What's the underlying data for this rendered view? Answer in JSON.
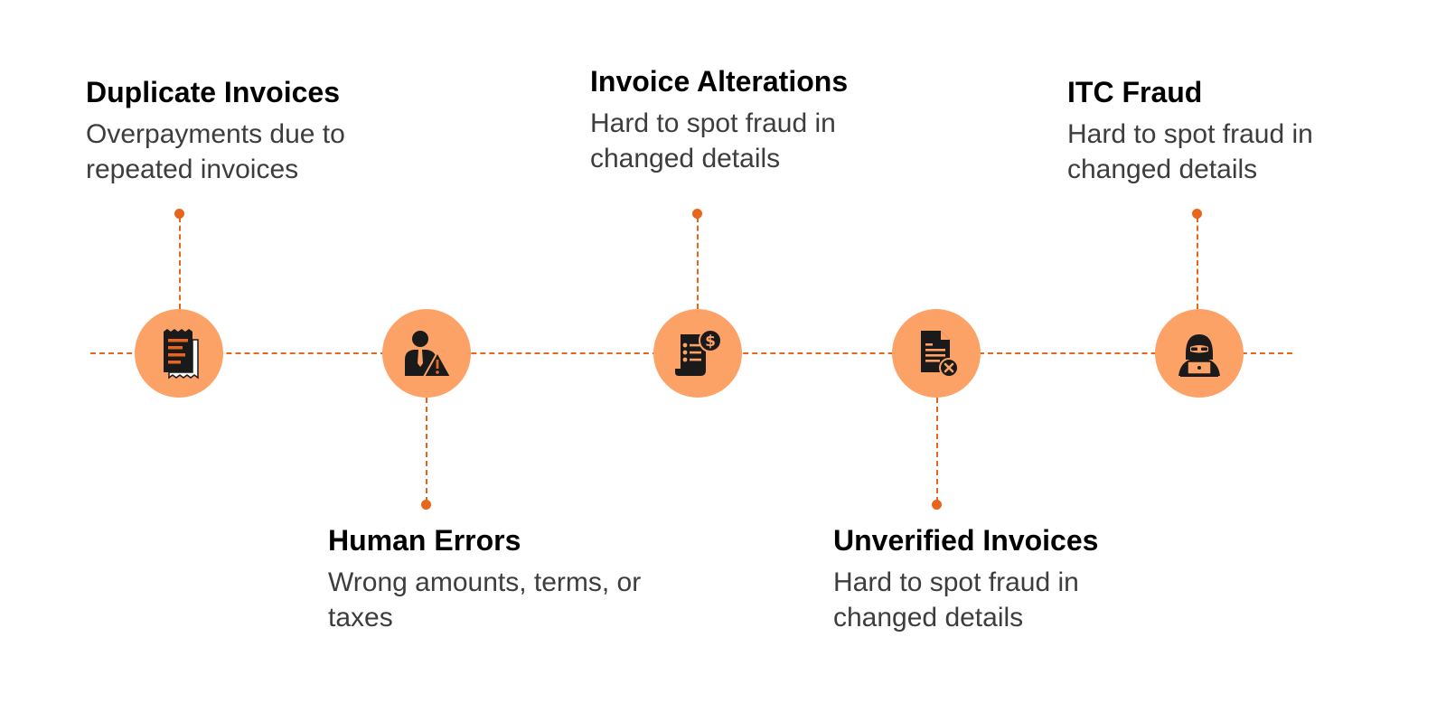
{
  "colors": {
    "accent": "#E8661C",
    "node_fill": "#FDA266",
    "icon_dark": "#1a1a1a",
    "title_text": "#000000",
    "desc_text": "#3d3d3d"
  },
  "items": [
    {
      "title": "Duplicate Invoices",
      "description": "Overpayments due to repeated invoices",
      "icon": "receipt-icon"
    },
    {
      "title": "Human Errors",
      "description": "Wrong amounts, terms, or taxes",
      "icon": "person-warning-icon"
    },
    {
      "title": "Invoice Alterations",
      "description": "Hard to spot fraud in changed details",
      "icon": "invoice-dollar-icon"
    },
    {
      "title": "Unverified Invoices",
      "description": "Hard to spot fraud in changed details",
      "icon": "document-rejected-icon"
    },
    {
      "title": "ITC Fraud",
      "description": "Hard to spot fraud in changed details",
      "icon": "hacker-icon"
    }
  ]
}
